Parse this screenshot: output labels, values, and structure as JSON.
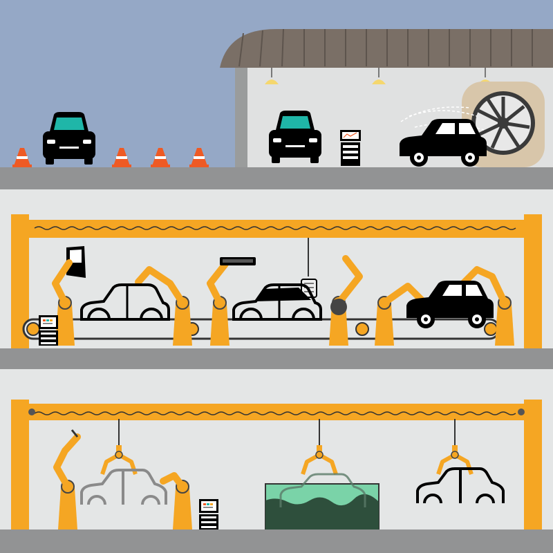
{
  "colors": {
    "sky": "#95a8c6",
    "wall": "#e4e6e6",
    "floor": "#929394",
    "roof": "#7a6f66",
    "robot": "#f5a623",
    "car_black": "#000000",
    "glass": "#1fb6a8",
    "cone": "#ee5a24",
    "tank_liquid": "#2e4f3c",
    "tank_glass": "#7ad3a8",
    "fan_backplate": "#d8c6aa"
  },
  "levels": [
    {
      "id": "testing-yard",
      "items": [
        "finished-car",
        "traffic-cone",
        "wind-tunnel-fan",
        "diagnostic-cart"
      ]
    },
    {
      "id": "assembly-line",
      "items": [
        "robotic-arm",
        "conveyor-belt",
        "car-body",
        "control-terminal"
      ]
    },
    {
      "id": "dip-coating-line",
      "items": [
        "overhead-rail",
        "hoist-clamp",
        "dip-tank",
        "welding-robot"
      ]
    }
  ],
  "icons": [
    "fan-icon",
    "cone-icon",
    "ceiling-lamp-icon",
    "monitor-icon",
    "robot-arm-icon",
    "car-icon"
  ]
}
